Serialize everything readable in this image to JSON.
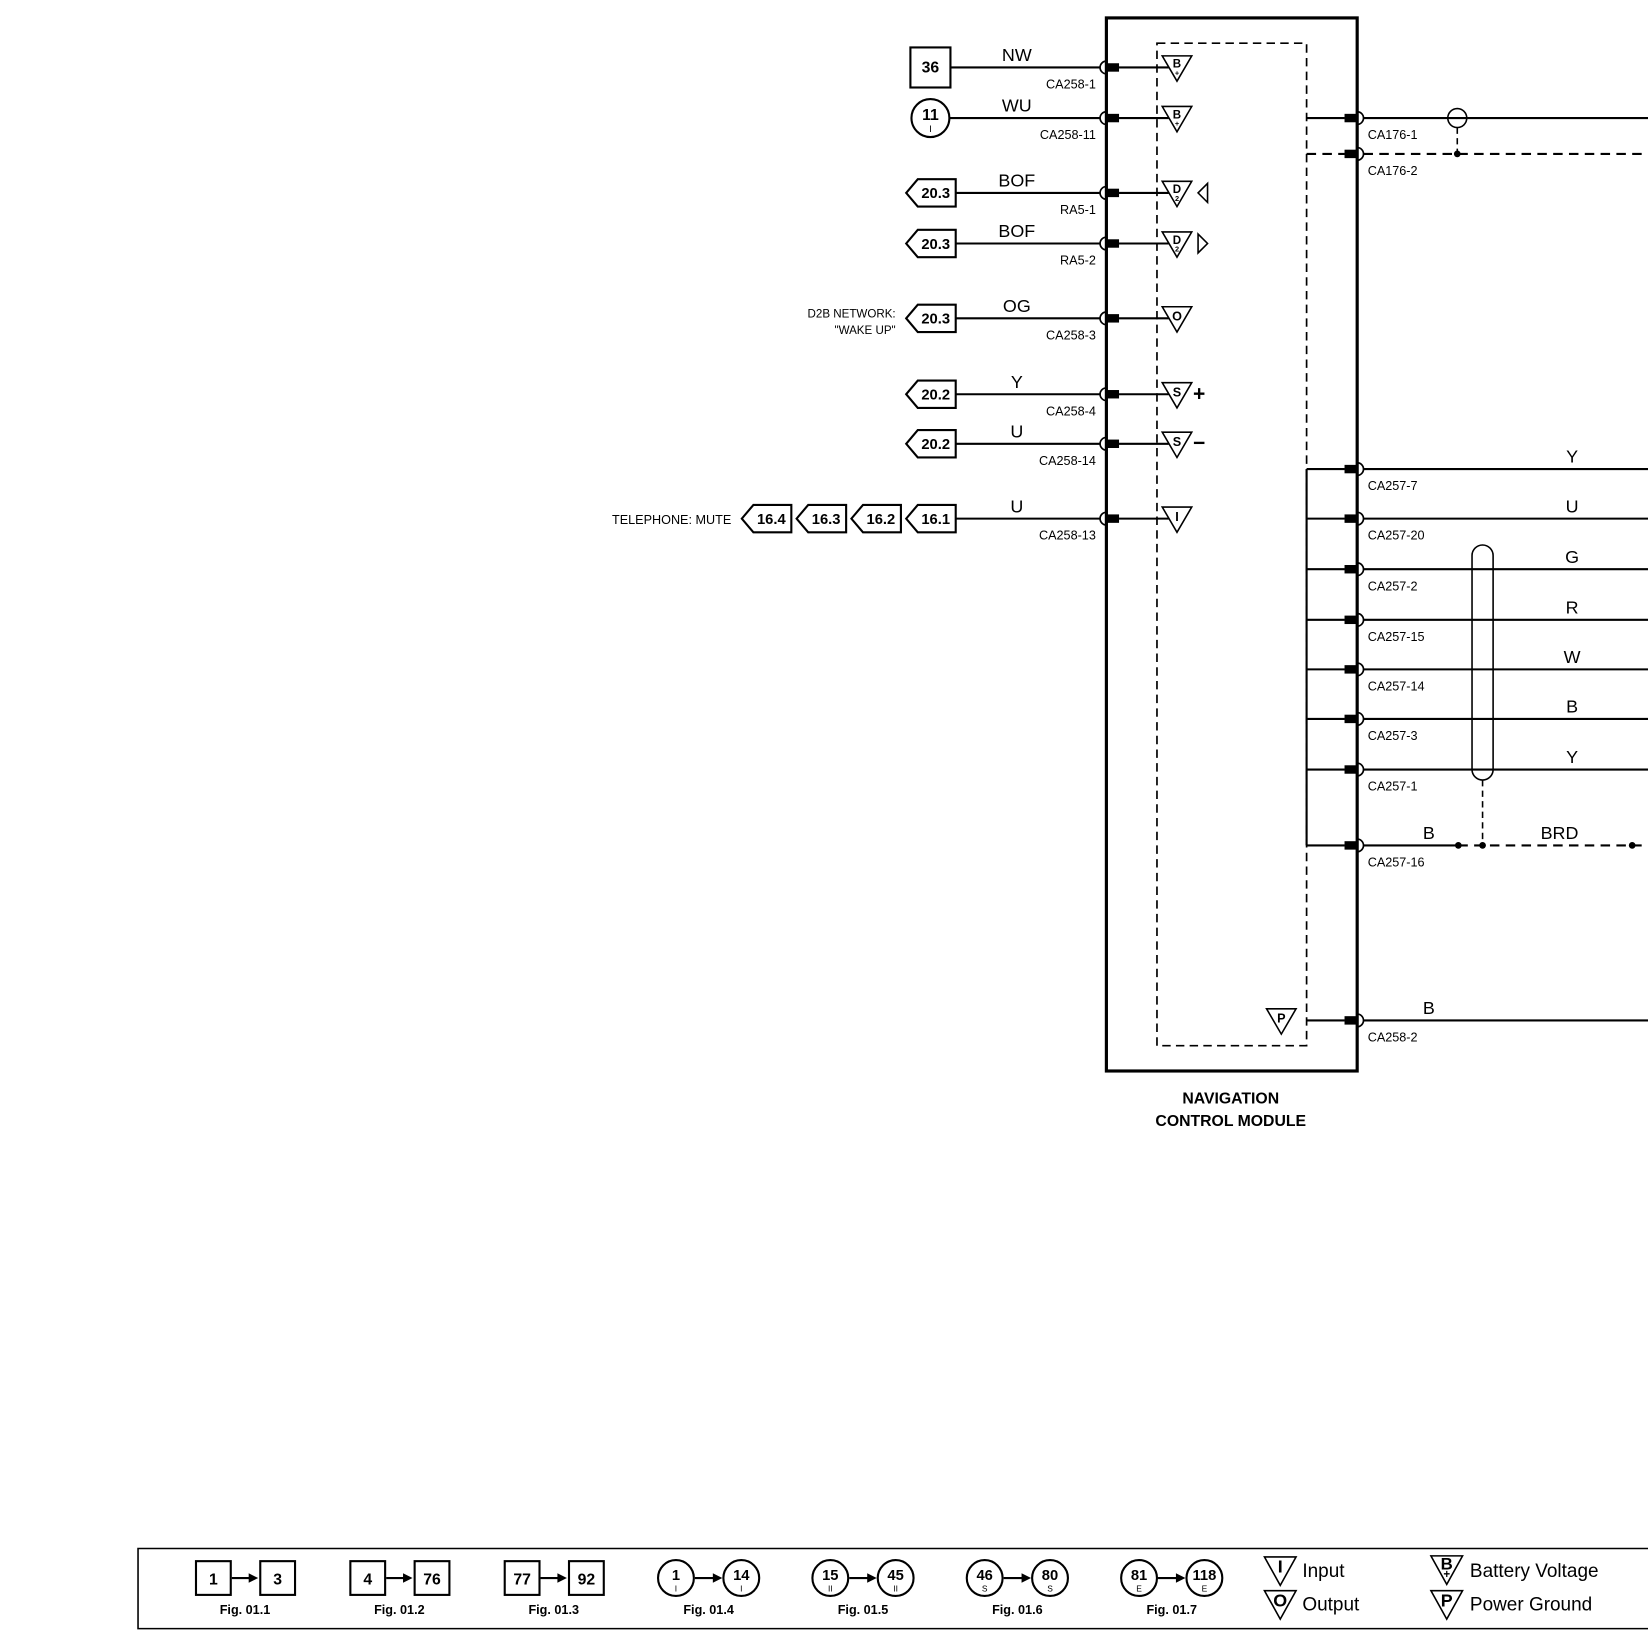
{
  "module": {
    "name_line1": "NAVIGATION",
    "name_line2": "CONTROL MODULE"
  },
  "left_pins": [
    {
      "wire": "NW",
      "connector": "CA258-1",
      "refs": [
        {
          "label": "36",
          "icon": "square-ref-icon"
        }
      ],
      "symbol": {
        "letter": "B",
        "sub": "+",
        "icon": "battery-voltage-icon"
      }
    },
    {
      "wire": "WU",
      "connector": "CA258-11",
      "refs": [
        {
          "label": "11",
          "sub": "I",
          "icon": "circle-ref-icon"
        }
      ],
      "symbol": {
        "letter": "B",
        "sub": "+",
        "icon": "battery-voltage-icon"
      }
    },
    {
      "wire": "BOF",
      "connector": "RA5-1",
      "refs": [
        {
          "label": "20.3",
          "icon": "arrow-tag-icon"
        }
      ],
      "symbol": {
        "letter": "D",
        "sub": "2",
        "icon": "d2b-icon",
        "arrow_icon": "arrow-left-icon"
      }
    },
    {
      "wire": "BOF",
      "connector": "RA5-2",
      "refs": [
        {
          "label": "20.3",
          "icon": "arrow-tag-icon"
        }
      ],
      "symbol": {
        "letter": "D",
        "sub": "2",
        "icon": "d2b-icon",
        "arrow_icon": "arrow-right-icon"
      }
    },
    {
      "wire": "OG",
      "connector": "CA258-3",
      "refs": [
        {
          "label": "20.3",
          "icon": "arrow-tag-icon"
        }
      ],
      "note": [
        "D2B NETWORK:",
        "\"WAKE UP\""
      ],
      "symbol": {
        "letter": "O",
        "icon": "output-icon"
      }
    },
    {
      "wire": "Y",
      "connector": "CA258-4",
      "refs": [
        {
          "label": "20.2",
          "icon": "arrow-tag-icon"
        }
      ],
      "symbol": {
        "letter": "S",
        "suffix": "+",
        "icon": "signal-icon"
      }
    },
    {
      "wire": "U",
      "connector": "CA258-14",
      "refs": [
        {
          "label": "20.2",
          "icon": "arrow-tag-icon"
        }
      ],
      "symbol": {
        "letter": "S",
        "suffix": "−",
        "icon": "signal-icon"
      }
    },
    {
      "wire": "U",
      "connector": "CA258-13",
      "refs": [
        {
          "label": "16.1",
          "icon": "arrow-tag-icon"
        },
        {
          "label": "16.2",
          "icon": "arrow-tag-icon"
        },
        {
          "label": "16.3",
          "icon": "arrow-tag-icon"
        },
        {
          "label": "16.4",
          "icon": "arrow-tag-icon"
        }
      ],
      "note": [
        "TELEPHONE: MUTE"
      ],
      "symbol": {
        "letter": "I",
        "icon": "input-icon"
      }
    }
  ],
  "right_pins": [
    {
      "connector": "CA176-1",
      "shield_icon": "shield-icon"
    },
    {
      "connector": "CA176-2",
      "dashed": true
    },
    {
      "connector": "CA257-7",
      "wire": "Y"
    },
    {
      "connector": "CA257-20",
      "wire": "U"
    },
    {
      "connector": "CA257-2",
      "wire": "G"
    },
    {
      "connector": "CA257-15",
      "wire": "R"
    },
    {
      "connector": "CA257-14",
      "wire": "W"
    },
    {
      "connector": "CA257-3",
      "wire": "B"
    },
    {
      "connector": "CA257-1",
      "wire": "Y"
    },
    {
      "connector": "CA257-16",
      "wire": "B",
      "continuation_wire": "BRD"
    },
    {
      "connector": "CA258-2",
      "wire": "B",
      "symbol": {
        "letter": "P",
        "icon": "power-ground-icon"
      }
    }
  ],
  "twisted_pair_icon": "twisted-pair-icon",
  "legend": {
    "figures": [
      {
        "icon": "square-ref-icon",
        "from": "1",
        "to": "3",
        "caption": "Fig. 01.1"
      },
      {
        "icon": "square-ref-icon",
        "from": "4",
        "to": "76",
        "caption": "Fig. 01.2"
      },
      {
        "icon": "square-ref-icon",
        "from": "77",
        "to": "92",
        "caption": "Fig. 01.3"
      },
      {
        "icon": "circle-ref-icon",
        "from": "1",
        "to": "14",
        "mark": "I",
        "caption": "Fig. 01.4"
      },
      {
        "icon": "circle-ref-icon",
        "from": "15",
        "to": "45",
        "mark": "II",
        "caption": "Fig. 01.5"
      },
      {
        "icon": "circle-ref-icon",
        "from": "46",
        "to": "80",
        "mark": "S",
        "caption": "Fig. 01.6"
      },
      {
        "icon": "circle-ref-icon",
        "from": "81",
        "to": "118",
        "mark": "E",
        "caption": "Fig. 01.7"
      }
    ],
    "symbols": [
      {
        "letter": "I",
        "label": "Input",
        "icon": "input-icon"
      },
      {
        "letter": "O",
        "label": "Output",
        "icon": "output-icon"
      },
      {
        "letter": "B",
        "sub": "+",
        "label": "Battery Voltage",
        "icon": "battery-voltage-icon"
      },
      {
        "letter": "P",
        "label": "Power Ground",
        "icon": "power-ground-icon"
      }
    ]
  }
}
